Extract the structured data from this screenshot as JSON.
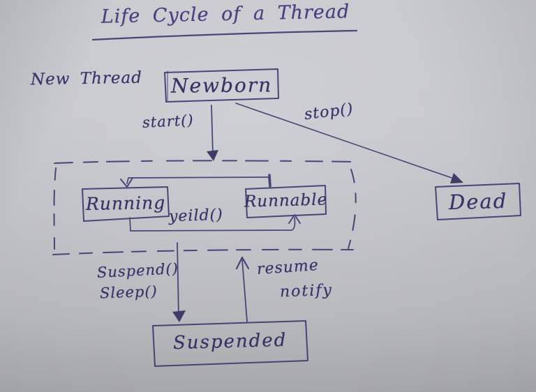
{
  "title": "Life Cycle of a Thread",
  "colors": {
    "ink": "#3b3b72",
    "paper": "#c6c7cb"
  },
  "nodes": {
    "newborn": "Newborn",
    "running": "Running",
    "runnable": "Runnable",
    "dead": "Dead",
    "suspended": "Suspended"
  },
  "edge_labels": {
    "new_thread": "New Thread",
    "start": "start()",
    "stop": "stop()",
    "yield": "yeild()",
    "suspend": "Suspend()",
    "sleep": "Sleep()",
    "resume": "resume",
    "notify": "notify"
  }
}
